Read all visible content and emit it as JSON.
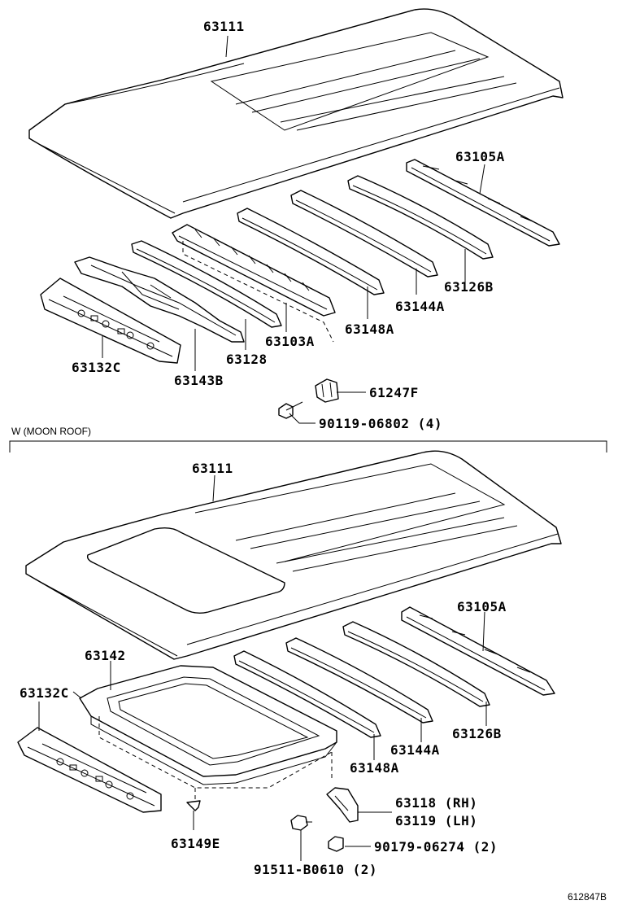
{
  "section_label": "W (MOON ROOF)",
  "reference_code": "612847B",
  "top_diagram": {
    "labels": {
      "roof_panel": "63111",
      "rail_rear": "63105A",
      "bow_4": "63126B",
      "bow_3": "63144A",
      "bow_2": "63148A",
      "reinforcement": "63103A",
      "bow_1": "63128",
      "rail_front_inner": "63143B",
      "rail_front": "63132C",
      "bracket": "61247F",
      "bolt": "90119-06802 (4)"
    }
  },
  "bottom_diagram": {
    "labels": {
      "roof_panel": "63111",
      "rail_rear": "63105A",
      "bow_4": "63126B",
      "bow_3": "63144A",
      "bow_2": "63148A",
      "sunroof_frame": "63142",
      "rail_front": "63132C",
      "clip": "63149E",
      "bracket_rh": "63118 (RH)",
      "bracket_lh": "63119 (LH)",
      "screw": "90179-06274 (2)",
      "bolt": "91511-B0610 (2)"
    }
  }
}
